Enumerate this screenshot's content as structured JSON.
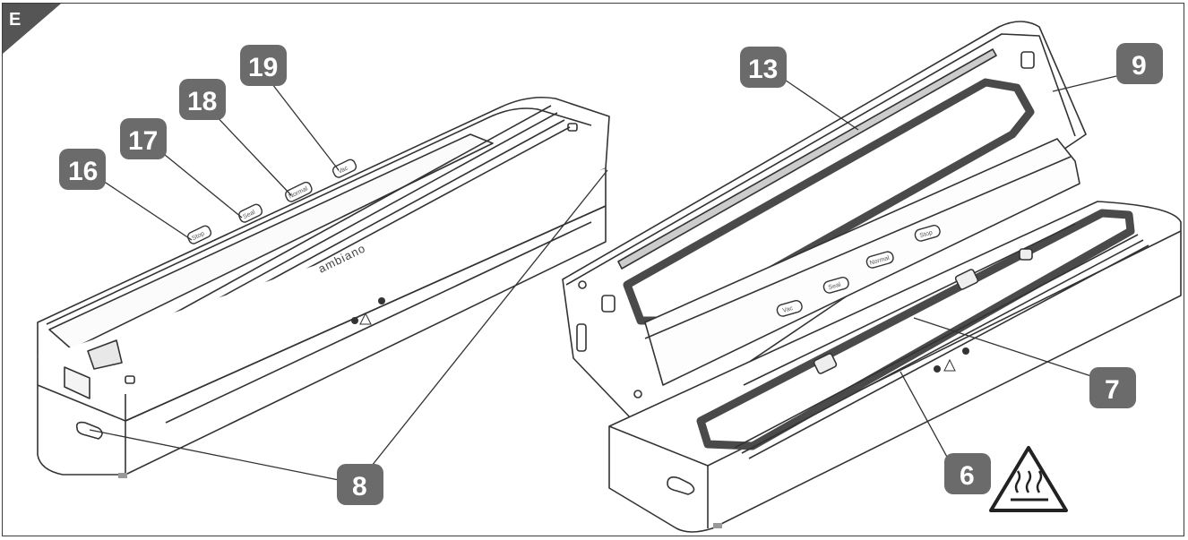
{
  "figure": {
    "section_letter": "E",
    "callouts": [
      {
        "id": "c16",
        "label": "16"
      },
      {
        "id": "c17",
        "label": "17"
      },
      {
        "id": "c18",
        "label": "18"
      },
      {
        "id": "c19",
        "label": "19"
      },
      {
        "id": "c13",
        "label": "13"
      },
      {
        "id": "c9",
        "label": "9"
      },
      {
        "id": "c7",
        "label": "7"
      },
      {
        "id": "c6",
        "label": "6"
      },
      {
        "id": "c8",
        "label": "8"
      }
    ],
    "brand_text": "ambiano",
    "buttons_left": [
      "Stop",
      "Seal",
      "Normal",
      "Vac"
    ],
    "buttons_right": [
      "Vac",
      "Seal",
      "Normal",
      "Stop"
    ],
    "warning_icon": "hot-surface-warning-icon",
    "colors": {
      "callout_fill": "#6b6b6b",
      "line": "#333333",
      "gasket": "#4a4a4a",
      "corner_fill": "#555555"
    }
  }
}
